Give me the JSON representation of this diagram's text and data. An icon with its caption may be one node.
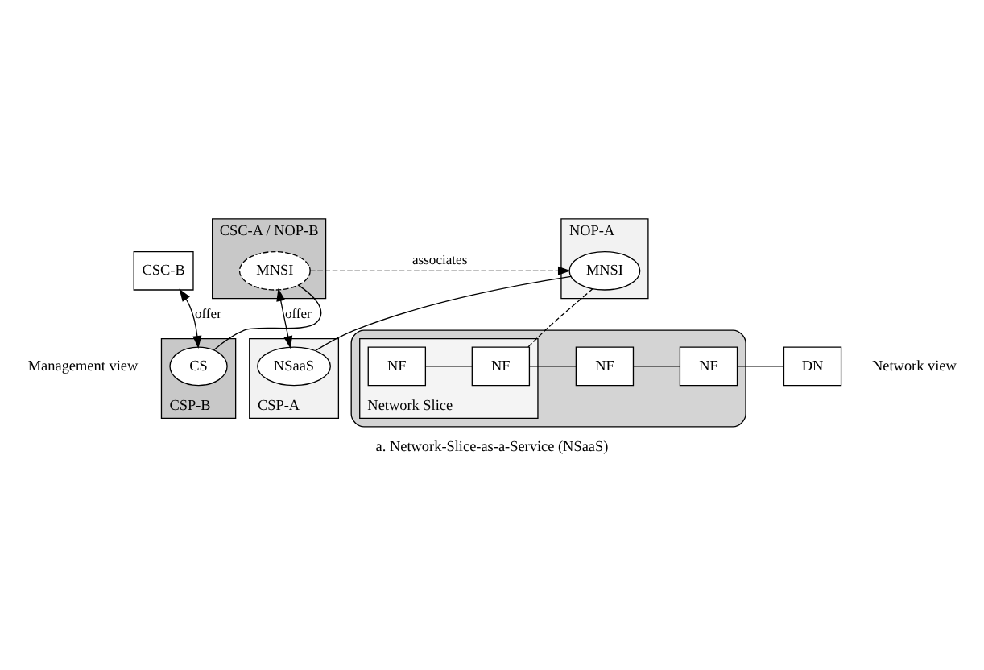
{
  "diagram": {
    "caption": "a. Network-Slice-as-a-Service (NSaaS)",
    "nodes": [
      {
        "text": [
          "CSC-B"
        ]
      },
      {
        "text": [
          "CSP-A"
        ]
      },
      {
        "text": [
          "NSaaS"
        ],
        "in": 1
      },
      {
        "text": [
          "NOP-A"
        ]
      },
      {
        "text": [
          "MNSI"
        ],
        "in": 3
      },
      {
        "text": [
          "CSP-B"
        ]
      },
      {
        "text": [
          "CS"
        ],
        "in": 5
      },
      {
        "text": [
          "CSC-A / NOP-B"
        ]
      },
      {
        "text": [
          "MNSI"
        ],
        "in": 7
      },
      {
        "text": [],
        "shape": "parallelogram"
      },
      {
        "text": [
          "Network Slice"
        ],
        "in": 9
      },
      {
        "text": [
          "NF"
        ],
        "in": 10
      },
      {
        "text": [
          "NF"
        ],
        "in": 10
      },
      {
        "text": [
          "NF"
        ],
        "in": 9
      },
      {
        "text": [
          "NF"
        ],
        "in": 9
      },
      {
        "text": [
          "DN"
        ]
      }
    ],
    "edges": [
      {
        "from": 6,
        "to": 0,
        "arrow": "both",
        "label": "offer"
      },
      {
        "from": 2,
        "to": 8,
        "arrow": "both",
        "label": "offer"
      },
      {
        "from": 2,
        "to": 4,
        "arrow": "none"
      },
      {
        "from": 6,
        "to": 8,
        "arrow": "none"
      },
      {
        "from": 8,
        "to": 4,
        "arrow": "to",
        "label": "associates",
        "style": "dashed"
      },
      {
        "from": 4,
        "to": 12,
        "arrow": "none",
        "style": "dashed"
      },
      {
        "from": 11,
        "to": 12,
        "arrow": "none"
      },
      {
        "from": 12,
        "to": 13,
        "arrow": "none"
      },
      {
        "from": 13,
        "to": 14,
        "arrow": "none"
      },
      {
        "from": 14,
        "to": 15,
        "arrow": "none"
      }
    ],
    "labels": [
      "Management view",
      "Network view"
    ]
  }
}
